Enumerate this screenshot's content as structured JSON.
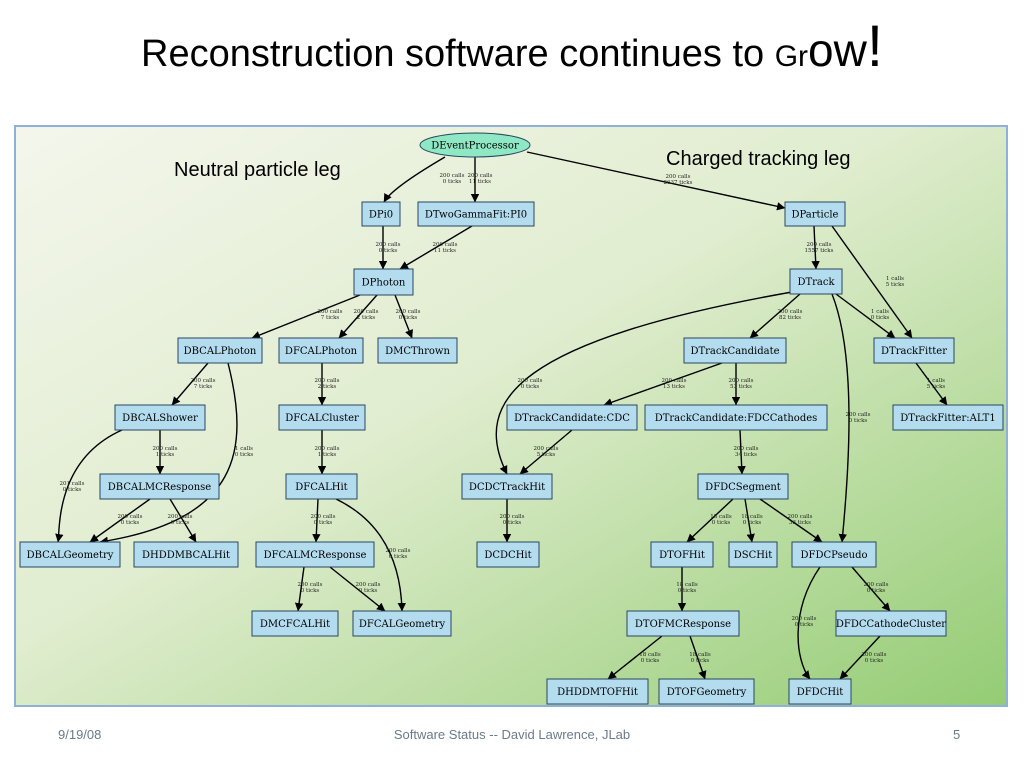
{
  "slide": {
    "title_main": "Reconstruction software continues to ",
    "title_gr": "Gr",
    "title_ow": "ow",
    "title_bang": "!",
    "annotation_left": "Neutral particle leg",
    "annotation_right": "Charged tracking leg",
    "footer_date": "9/19/08",
    "footer_center": "Software Status    --    David Lawrence, JLab",
    "footer_page": "5"
  },
  "graph": {
    "nodes": [
      {
        "id": "DEventProcessor",
        "label": "DEventProcessor",
        "shape": "ellipse"
      },
      {
        "id": "DPi0",
        "label": "DPi0"
      },
      {
        "id": "DTwoGammaFit",
        "label": "DTwoGammaFit:PI0"
      },
      {
        "id": "DParticle",
        "label": "DParticle"
      },
      {
        "id": "DPhoton",
        "label": "DPhoton"
      },
      {
        "id": "DTrack",
        "label": "DTrack"
      },
      {
        "id": "DBCALPhoton",
        "label": "DBCALPhoton"
      },
      {
        "id": "DFCALPhoton",
        "label": "DFCALPhoton"
      },
      {
        "id": "DMCThrown",
        "label": "DMCThrown"
      },
      {
        "id": "DTrackCandidate",
        "label": "DTrackCandidate"
      },
      {
        "id": "DTrackFitter",
        "label": "DTrackFitter"
      },
      {
        "id": "DBCALShower",
        "label": "DBCALShower"
      },
      {
        "id": "DFCALCluster",
        "label": "DFCALCluster"
      },
      {
        "id": "DTrackCandidateCDC",
        "label": "DTrackCandidate:CDC"
      },
      {
        "id": "DTrackCandidateFDC",
        "label": "DTrackCandidate:FDCCathodes"
      },
      {
        "id": "DTrackFitterALT1",
        "label": "DTrackFitter:ALT1"
      },
      {
        "id": "DBCALMCResponse",
        "label": "DBCALMCResponse"
      },
      {
        "id": "DFCALHit",
        "label": "DFCALHit"
      },
      {
        "id": "DCDCTrackHit",
        "label": "DCDCTrackHit"
      },
      {
        "id": "DFDCSegment",
        "label": "DFDCSegment"
      },
      {
        "id": "DBCALGeometry",
        "label": "DBCALGeometry"
      },
      {
        "id": "DHDDMBCALHit",
        "label": "DHDDMBCALHit"
      },
      {
        "id": "DFCALMCResponse",
        "label": "DFCALMCResponse"
      },
      {
        "id": "DCDCHit",
        "label": "DCDCHit"
      },
      {
        "id": "DTOFHit",
        "label": "DTOFHit"
      },
      {
        "id": "DSCHit",
        "label": "DSCHit"
      },
      {
        "id": "DFDCPseudo",
        "label": "DFDCPseudo"
      },
      {
        "id": "DMCFCALHit",
        "label": "DMCFCALHit"
      },
      {
        "id": "DFCALGeometry",
        "label": "DFCALGeometry"
      },
      {
        "id": "DTOFMCResponse",
        "label": "DTOFMCResponse"
      },
      {
        "id": "DFDCCathodeCluster",
        "label": "DFDCCathodeCluster"
      },
      {
        "id": "DHDDMTOFHit",
        "label": "DHDDMTOFHit"
      },
      {
        "id": "DTOFGeometry",
        "label": "DTOFGeometry"
      },
      {
        "id": "DFDCHit",
        "label": "DFDCHit"
      }
    ],
    "edges": [
      {
        "from": "DEventProcessor",
        "to": "DPi0",
        "label1": "200 calls",
        "label2": "0 ticks"
      },
      {
        "from": "DEventProcessor",
        "to": "DTwoGammaFit",
        "label1": "200 calls",
        "label2": "11 ticks"
      },
      {
        "from": "DEventProcessor",
        "to": "DParticle",
        "label1": "200 calls",
        "label2": "2637 ticks"
      },
      {
        "from": "DPi0",
        "to": "DPhoton",
        "label1": "200 calls",
        "label2": "0 ticks"
      },
      {
        "from": "DTwoGammaFit",
        "to": "DPhoton",
        "label1": "200 calls",
        "label2": "11 ticks"
      },
      {
        "from": "DPhoton",
        "to": "DBCALPhoton",
        "label1": "200 calls",
        "label2": "7 ticks"
      },
      {
        "from": "DPhoton",
        "to": "DFCALPhoton",
        "label1": "200 calls",
        "label2": "2 ticks"
      },
      {
        "from": "DPhoton",
        "to": "DMCThrown",
        "label1": "200 calls",
        "label2": "0 ticks"
      },
      {
        "from": "DBCALPhoton",
        "to": "DBCALShower",
        "label1": "200 calls",
        "label2": "7 ticks"
      },
      {
        "from": "DBCALPhoton",
        "to": "DBCALGeometry",
        "label1": "1 calls",
        "label2": "0 ticks"
      },
      {
        "from": "DBCALShower",
        "to": "DBCALMCResponse",
        "label1": "200 calls",
        "label2": "1 ticks"
      },
      {
        "from": "DBCALShower",
        "to": "DBCALGeometry",
        "label1": "201 calls",
        "label2": "0 ticks"
      },
      {
        "from": "DBCALMCResponse",
        "to": "DBCALGeometry",
        "label1": "200 calls",
        "label2": "0 ticks"
      },
      {
        "from": "DBCALMCResponse",
        "to": "DHDDMBCALHit",
        "label1": "200 calls",
        "label2": "0 ticks"
      },
      {
        "from": "DFCALPhoton",
        "to": "DFCALCluster",
        "label1": "200 calls",
        "label2": "2 ticks"
      },
      {
        "from": "DFCALCluster",
        "to": "DFCALHit",
        "label1": "200 calls",
        "label2": "1 ticks"
      },
      {
        "from": "DFCALHit",
        "to": "DFCALMCResponse",
        "label1": "200 calls",
        "label2": "0 ticks"
      },
      {
        "from": "DFCALHit",
        "to": "DFCALGeometry",
        "label1": "200 calls",
        "label2": "0 ticks"
      },
      {
        "from": "DFCALMCResponse",
        "to": "DMCFCALHit",
        "label1": "200 calls",
        "label2": "0 ticks"
      },
      {
        "from": "DFCALMCResponse",
        "to": "DFCALGeometry",
        "label1": "200 calls",
        "label2": "0 ticks"
      },
      {
        "from": "DParticle",
        "to": "DTrack",
        "label1": "200 calls",
        "label2": "1557 ticks"
      },
      {
        "from": "DParticle",
        "to": "DTrackFitter",
        "label1": "1 calls",
        "label2": "5 ticks"
      },
      {
        "from": "DTrack",
        "to": "DTrackCandidate",
        "label1": "200 calls",
        "label2": "82 ticks"
      },
      {
        "from": "DTrack",
        "to": "DTrackFitter",
        "label1": "1 calls",
        "label2": "0 ticks"
      },
      {
        "from": "DTrack",
        "to": "DCDCTrackHit",
        "label1": "200 calls",
        "label2": "0 ticks"
      },
      {
        "from": "DTrack",
        "to": "DFDCPseudo",
        "label1": "200 calls",
        "label2": "0 ticks"
      },
      {
        "from": "DTrackCandidate",
        "to": "DTrackCandidateCDC",
        "label1": "200 calls",
        "label2": "13 ticks"
      },
      {
        "from": "DTrackCandidate",
        "to": "DTrackCandidateFDC",
        "label1": "200 calls",
        "label2": "53 ticks"
      },
      {
        "from": "DTrackFitter",
        "to": "DTrackFitterALT1",
        "label1": "1 calls",
        "label2": "5 ticks"
      },
      {
        "from": "DTrackCandidateCDC",
        "to": "DCDCTrackHit",
        "label1": "200 calls",
        "label2": "5 ticks"
      },
      {
        "from": "DTrackCandidateFDC",
        "to": "DFDCSegment",
        "label1": "200 calls",
        "label2": "34 ticks"
      },
      {
        "from": "DCDCTrackHit",
        "to": "DCDCHit",
        "label1": "200 calls",
        "label2": "0 ticks"
      },
      {
        "from": "DFDCSegment",
        "to": "DTOFHit",
        "label1": "18 calls",
        "label2": "0 ticks"
      },
      {
        "from": "DFDCSegment",
        "to": "DSCHit",
        "label1": "18 calls",
        "label2": "0 ticks"
      },
      {
        "from": "DFDCSegment",
        "to": "DFDCPseudo",
        "label1": "200 calls",
        "label2": "33 ticks"
      },
      {
        "from": "DTOFHit",
        "to": "DTOFMCResponse",
        "label1": "18 calls",
        "label2": "0 ticks"
      },
      {
        "from": "DTOFMCResponse",
        "to": "DHDDMTOFHit",
        "label1": "18 calls",
        "label2": "0 ticks"
      },
      {
        "from": "DTOFMCResponse",
        "to": "DTOFGeometry",
        "label1": "18 calls",
        "label2": "0 ticks"
      },
      {
        "from": "DFDCPseudo",
        "to": "DFDCCathodeCluster",
        "label1": "200 calls",
        "label2": "0 ticks"
      },
      {
        "from": "DFDCPseudo",
        "to": "DFDCHit",
        "label1": "200 calls",
        "label2": "0 ticks"
      },
      {
        "from": "DFDCCathodeCluster",
        "to": "DFDCHit",
        "label1": "200 calls",
        "label2": "0 ticks"
      }
    ]
  }
}
